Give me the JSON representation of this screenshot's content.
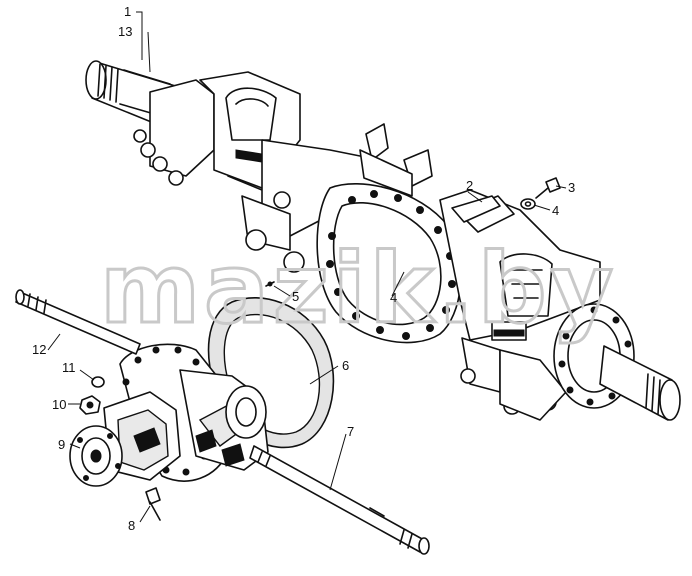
{
  "watermark": "mazik.by",
  "callouts": {
    "c1": "1",
    "c13": "13",
    "c2": "2",
    "c3": "3",
    "c4a": "4",
    "c4b": "4",
    "c5": "5",
    "c6": "6",
    "c7": "7",
    "c8": "8",
    "c9": "9",
    "c10": "10",
    "c11": "11",
    "c12": "12"
  }
}
